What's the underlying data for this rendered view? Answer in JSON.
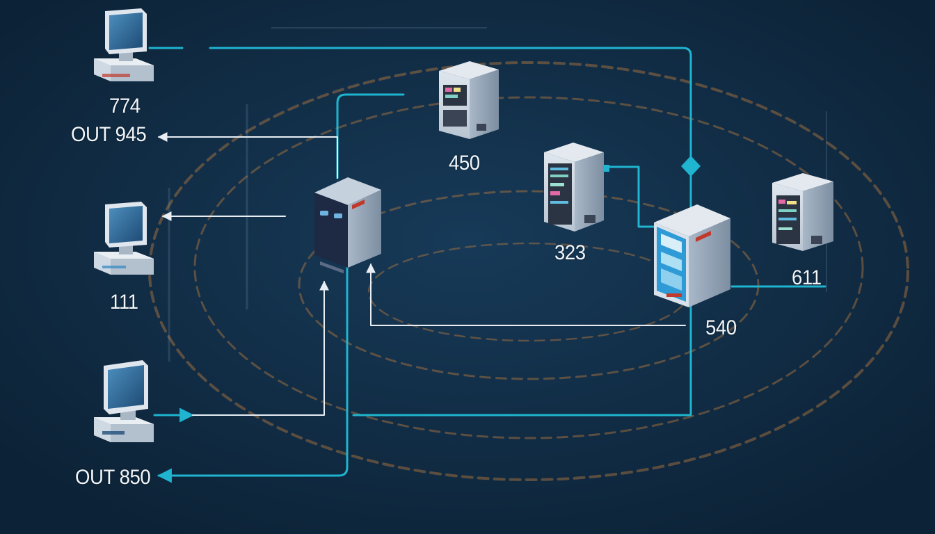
{
  "diagram": {
    "colors": {
      "background": "#0f2a42",
      "link": "#1fb4cf",
      "arrow": "#e8eef4",
      "orbit": "#b77a3e",
      "label": "#f2f6fa"
    },
    "nodes": [
      {
        "id": "pc-top",
        "kind": "workstation",
        "icon": "desktop-computer-icon",
        "label": "774"
      },
      {
        "id": "pc-mid",
        "kind": "workstation",
        "icon": "desktop-computer-icon",
        "label": "111"
      },
      {
        "id": "pc-bottom",
        "kind": "workstation",
        "icon": "desktop-computer-icon",
        "label": ""
      },
      {
        "id": "central-server",
        "kind": "server",
        "icon": "server-tower-icon",
        "label": ""
      },
      {
        "id": "server-450",
        "kind": "server",
        "icon": "server-rack-icon",
        "label": "450"
      },
      {
        "id": "server-323",
        "kind": "server",
        "icon": "server-rack-icon",
        "label": "323"
      },
      {
        "id": "server-540",
        "kind": "server",
        "icon": "server-cabinet-icon",
        "label": "540"
      },
      {
        "id": "server-611",
        "kind": "server",
        "icon": "server-rack-icon",
        "label": "611"
      }
    ],
    "outputs": [
      {
        "id": "out-945",
        "label": "OUT 945"
      },
      {
        "id": "out-850",
        "label": "OUT 850"
      }
    ]
  }
}
